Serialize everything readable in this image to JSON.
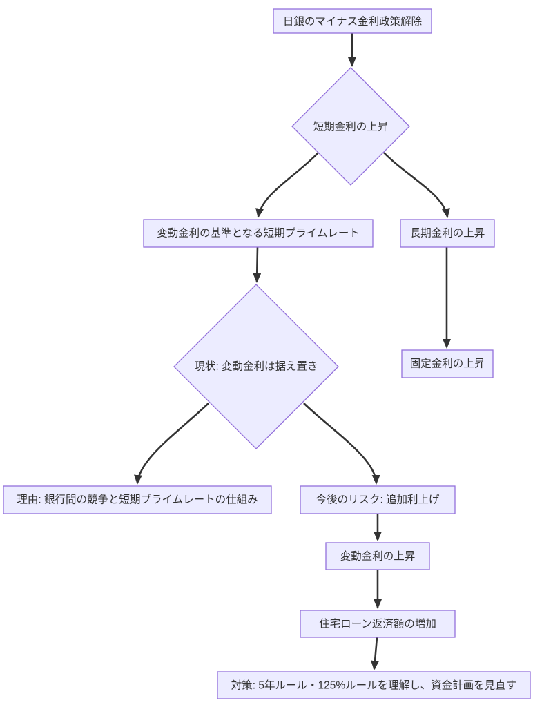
{
  "diagram": {
    "type": "flowchart",
    "orientation": "top-down",
    "colors": {
      "node_fill": "#ECECFF",
      "node_border": "#9370DB",
      "edge": "#333333",
      "text": "#333333",
      "background": "#FFFFFF"
    },
    "nodes": {
      "boj_policy": {
        "shape": "rect",
        "label": "日銀のマイナス金利政策解除"
      },
      "short_term_rise": {
        "shape": "diamond",
        "label": "短期金利の上昇"
      },
      "short_prime_rate": {
        "shape": "rect",
        "label": "変動金利の基準となる短期プライムレート"
      },
      "long_term_rise": {
        "shape": "rect",
        "label": "長期金利の上昇"
      },
      "current_status": {
        "shape": "diamond",
        "label": "現状: 変動金利は据え置き"
      },
      "fixed_rate_rise": {
        "shape": "rect",
        "label": "固定金利の上昇"
      },
      "reason": {
        "shape": "rect",
        "label": "理由: 銀行間の競争と短期プライムレートの仕組み"
      },
      "future_risk": {
        "shape": "rect",
        "label": "今後のリスク: 追加利上げ"
      },
      "variable_rate_rise": {
        "shape": "rect",
        "label": "変動金利の上昇"
      },
      "repayment_increase": {
        "shape": "rect",
        "label": "住宅ローン返済額の増加"
      },
      "countermeasure": {
        "shape": "rect",
        "label": "対策: 5年ルール・125%ルールを理解し、資金計画を見直す"
      }
    },
    "edges": [
      {
        "from": "boj_policy",
        "to": "short_term_rise"
      },
      {
        "from": "short_term_rise",
        "to": "short_prime_rate"
      },
      {
        "from": "short_term_rise",
        "to": "long_term_rise"
      },
      {
        "from": "short_prime_rate",
        "to": "current_status"
      },
      {
        "from": "long_term_rise",
        "to": "fixed_rate_rise"
      },
      {
        "from": "current_status",
        "to": "reason"
      },
      {
        "from": "current_status",
        "to": "future_risk"
      },
      {
        "from": "future_risk",
        "to": "variable_rate_rise"
      },
      {
        "from": "variable_rate_rise",
        "to": "repayment_increase"
      },
      {
        "from": "repayment_increase",
        "to": "countermeasure"
      }
    ]
  }
}
